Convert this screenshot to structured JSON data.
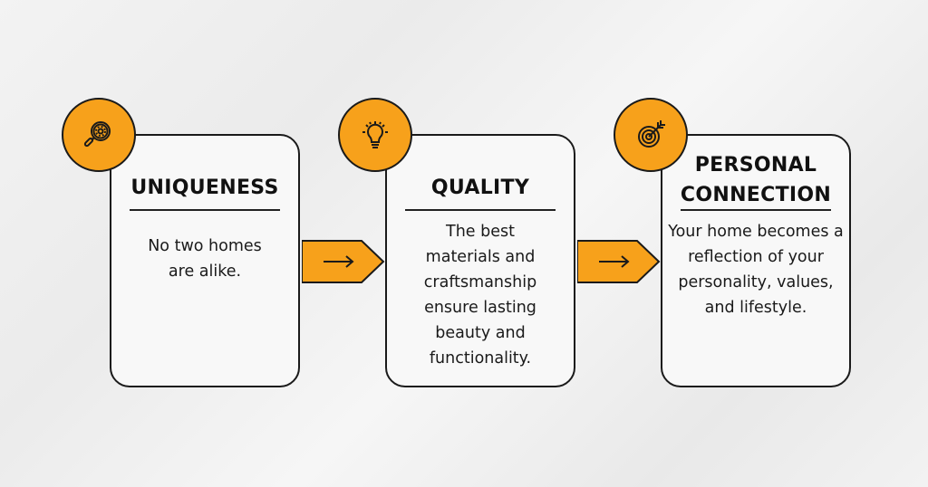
{
  "colors": {
    "accent": "#f7a11b",
    "border": "#1a1a1a"
  },
  "steps": [
    {
      "icon": "magnifier-gear-icon",
      "title": "UNIQUENESS",
      "body": "No two homes are alike."
    },
    {
      "icon": "lightbulb-icon",
      "title": "QUALITY",
      "body": "The best materials and craftsmanship ensure lasting beauty and functionality."
    },
    {
      "icon": "target-icon",
      "title": "PERSONAL CONNECTION",
      "body": "Your home becomes a reflection of your personality, values, and lifestyle."
    }
  ]
}
